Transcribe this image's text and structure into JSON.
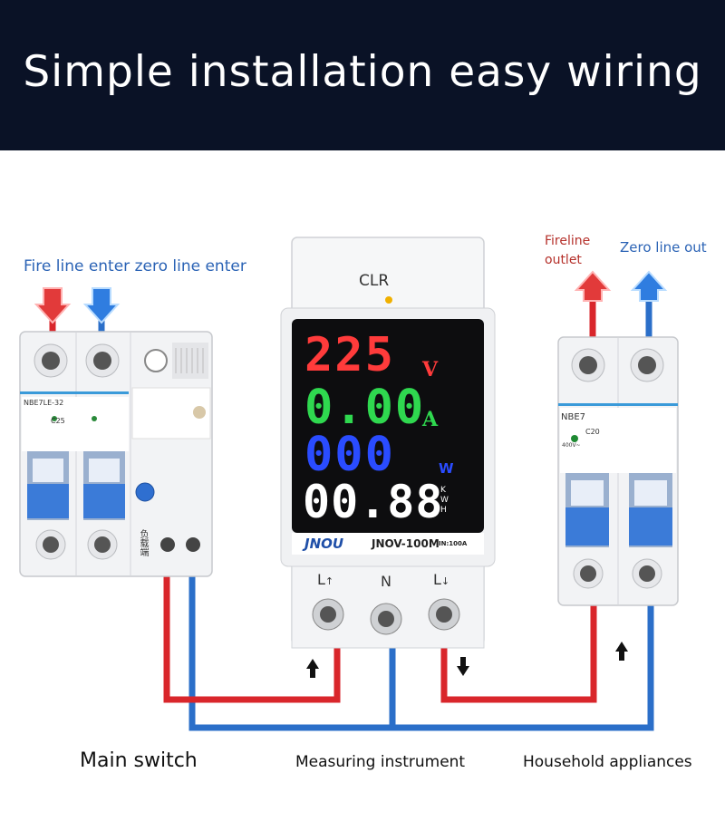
{
  "banner": {
    "title": "Simple installation easy wiring",
    "bg": "#0a1226"
  },
  "labels": {
    "input_label": "Fire line enter zero line enter",
    "fireline_outlet_line1": "Fireline",
    "fireline_outlet_line2": "outlet",
    "zero_line_out": "Zero line out"
  },
  "captions": {
    "main_switch": "Main switch",
    "measuring_instrument": "Measuring instrument",
    "household_appliances": "Household appliances"
  },
  "meter": {
    "clr_label": "CLR",
    "voltage": "225",
    "voltage_unit": "V",
    "current": "0.00",
    "current_unit": "A",
    "power": "000",
    "power_unit": "W",
    "energy": "00.88",
    "energy_unit_k": "K",
    "energy_unit_w": "W",
    "energy_unit_h": "H",
    "brand": "JNOU",
    "model": "JNOV-100M",
    "rating": "IN:100A",
    "terminal_l_in": "L",
    "terminal_n": "N",
    "terminal_l_out": "L"
  },
  "main_breaker": {
    "model": "NBE7LE-32",
    "rating": "C25",
    "side_text": "负载端"
  },
  "house_breaker": {
    "model": "NBE7",
    "rating": "C20",
    "voltage": "400V~"
  },
  "colors": {
    "fire_wire": "#d9262b",
    "zero_wire": "#2b6fc9",
    "voltage_digits": "#ff3b3b",
    "current_digits": "#2fd84f",
    "power_digits": "#2a4cff",
    "energy_digits": "#ffffff"
  }
}
